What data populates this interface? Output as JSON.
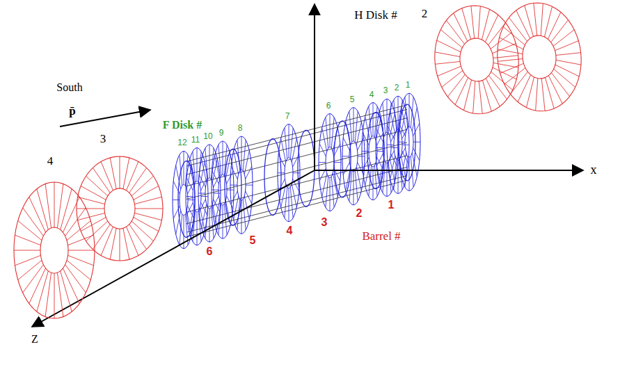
{
  "diagram": {
    "labels": [
      "H Disk #",
      "2",
      "South",
      "p̄",
      "F Disk #",
      "12",
      "11",
      "10",
      "9",
      "8",
      "7",
      "6",
      "5",
      "4",
      "3",
      "2",
      "1",
      "Barrel #",
      "1",
      "2",
      "3",
      "4",
      "5",
      "6",
      "3",
      "4",
      "x",
      "Z"
    ]
  }
}
